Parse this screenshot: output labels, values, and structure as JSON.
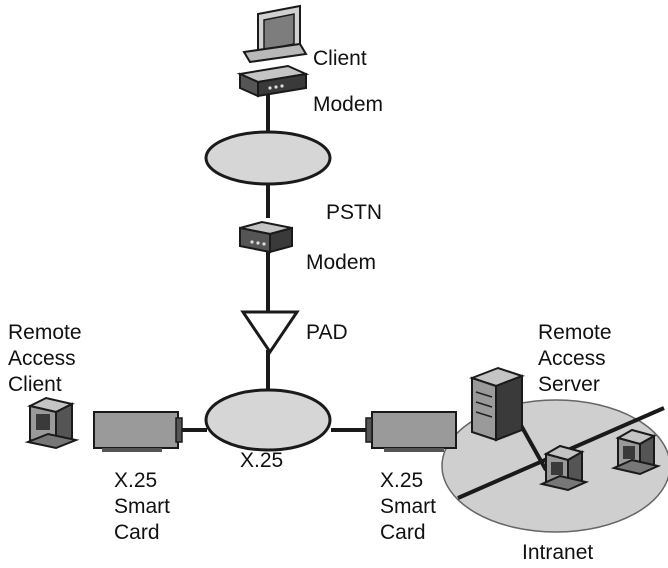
{
  "labels": {
    "client": "Client",
    "modem_top": "Modem",
    "pstn": "PSTN",
    "modem_mid": "Modem",
    "pad": "PAD",
    "remote_access_client": [
      "Remote",
      "Access",
      "Client"
    ],
    "remote_access_server": [
      "Remote",
      "Access",
      "Server"
    ],
    "x25_network": "X.25",
    "smart_card_left": [
      "X.25",
      "Smart",
      "Card"
    ],
    "smart_card_right": [
      "X.25",
      "Smart",
      "Card"
    ],
    "intranet": "Intranet"
  },
  "colors": {
    "line": "#1a1a1a",
    "cloud_fill": "#d6d6d6",
    "intranet_fill": "#cfcfcf",
    "device_fill": "#9a9a9a",
    "device_dark": "#3a3a3a",
    "screen": "#7d7d7d"
  },
  "icons": [
    "computer-icon",
    "modem-icon",
    "pad-icon",
    "server-icon",
    "smart-card-icon",
    "network-cloud"
  ]
}
